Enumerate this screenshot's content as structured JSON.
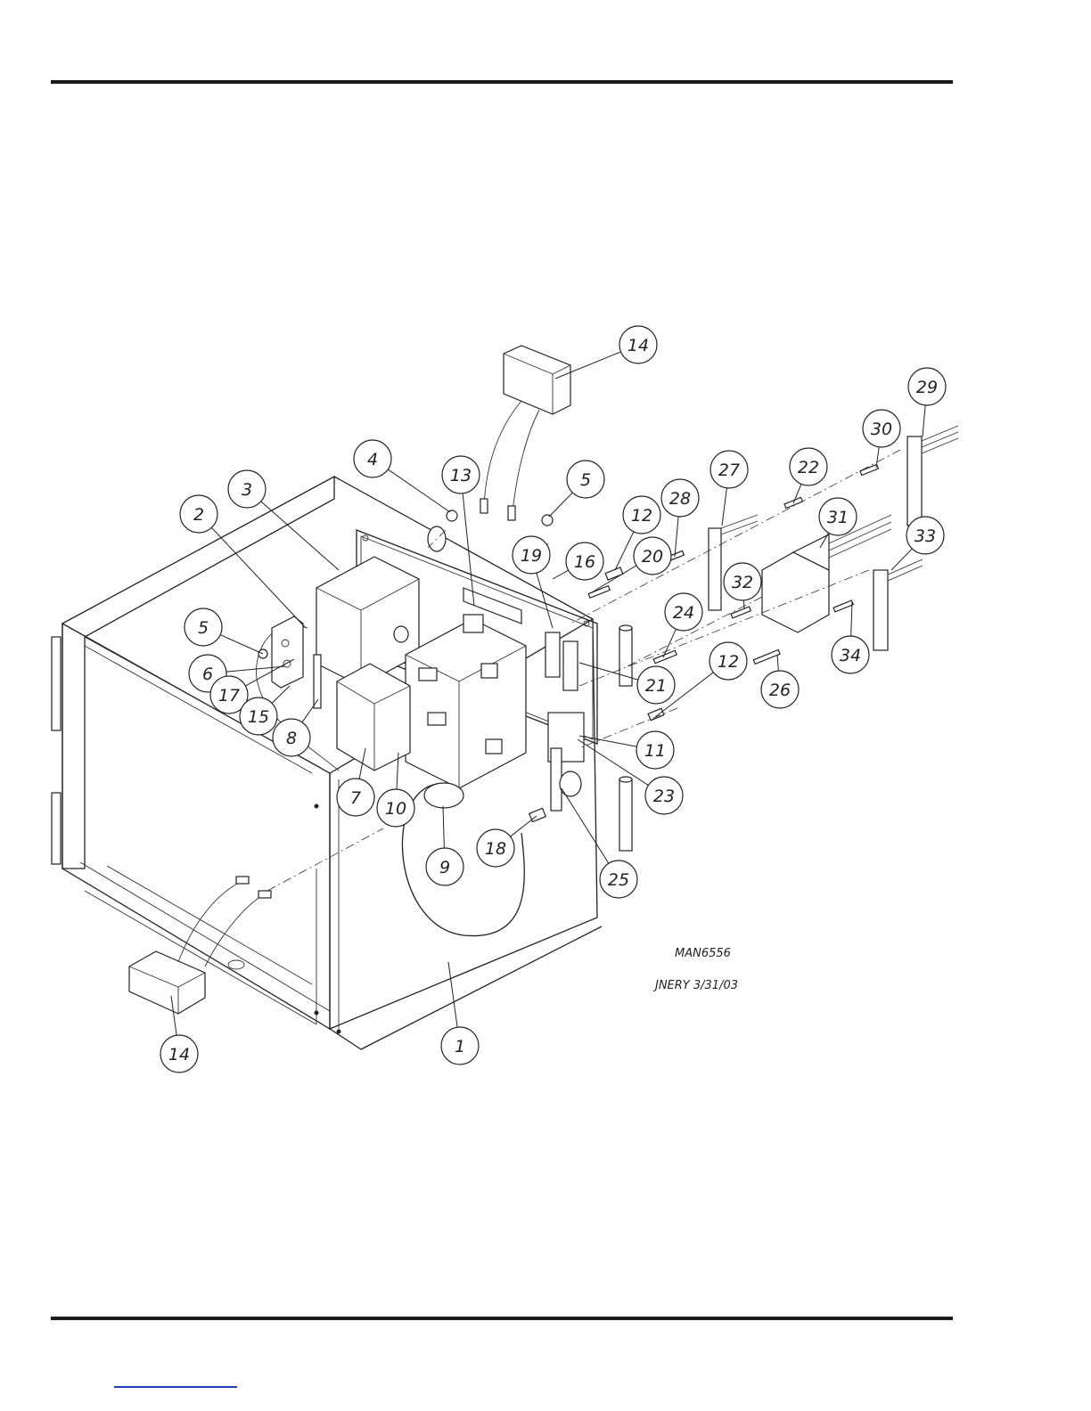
{
  "drawing": {
    "number": "MAN6556",
    "drafter_date": "JNERY 3/31/03"
  },
  "callouts": [
    {
      "label": "14"
    },
    {
      "label": "29"
    },
    {
      "label": "30"
    },
    {
      "label": "4"
    },
    {
      "label": "13"
    },
    {
      "label": "5"
    },
    {
      "label": "27"
    },
    {
      "label": "22"
    },
    {
      "label": "3"
    },
    {
      "label": "12"
    },
    {
      "label": "28"
    },
    {
      "label": "31"
    },
    {
      "label": "33"
    },
    {
      "label": "2"
    },
    {
      "label": "19"
    },
    {
      "label": "16"
    },
    {
      "label": "20"
    },
    {
      "label": "32"
    },
    {
      "label": "24"
    },
    {
      "label": "5"
    },
    {
      "label": "34"
    },
    {
      "label": "6"
    },
    {
      "label": "21"
    },
    {
      "label": "12"
    },
    {
      "label": "26"
    },
    {
      "label": "17"
    },
    {
      "label": "15"
    },
    {
      "label": "8"
    },
    {
      "label": "11"
    },
    {
      "label": "7"
    },
    {
      "label": "10"
    },
    {
      "label": "23"
    },
    {
      "label": "9"
    },
    {
      "label": "18"
    },
    {
      "label": "25"
    },
    {
      "label": "14"
    },
    {
      "label": "1"
    }
  ]
}
